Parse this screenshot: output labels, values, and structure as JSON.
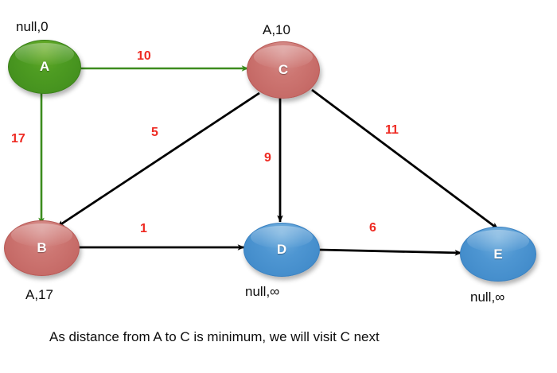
{
  "figure": {
    "title_caption": "As distance from A to C is minimum, we will visit C next",
    "background_color": "#ffffff"
  },
  "palette": {
    "green_node": "#4e9c22",
    "red_node": "#cd7672",
    "blue_node": "#4e96d2",
    "weight_text": "#ee2a22",
    "label_text": "#0d0d0d",
    "visited_edge": "#3c8c1e",
    "normal_edge": "#000000"
  },
  "nodes": [
    {
      "id": "A",
      "label": "A",
      "tag": "null,0",
      "color": "green"
    },
    {
      "id": "C",
      "label": "C",
      "tag": "A,10",
      "color": "red"
    },
    {
      "id": "B",
      "label": "B",
      "tag": "A,17",
      "color": "red"
    },
    {
      "id": "D",
      "label": "D",
      "tag": "null,∞",
      "color": "blue"
    },
    {
      "id": "E",
      "label": "E",
      "tag": "null,∞",
      "color": "blue"
    }
  ],
  "edges": [
    {
      "from": "A",
      "to": "C",
      "weight": "10",
      "style": "visited"
    },
    {
      "from": "A",
      "to": "B",
      "weight": "17",
      "style": "visited"
    },
    {
      "from": "C",
      "to": "B",
      "weight": "5",
      "style": "normal"
    },
    {
      "from": "C",
      "to": "D",
      "weight": "9",
      "style": "normal"
    },
    {
      "from": "C",
      "to": "E",
      "weight": "11",
      "style": "normal"
    },
    {
      "from": "B",
      "to": "D",
      "weight": "1",
      "style": "normal"
    },
    {
      "from": "D",
      "to": "E",
      "weight": "6",
      "style": "normal"
    }
  ]
}
